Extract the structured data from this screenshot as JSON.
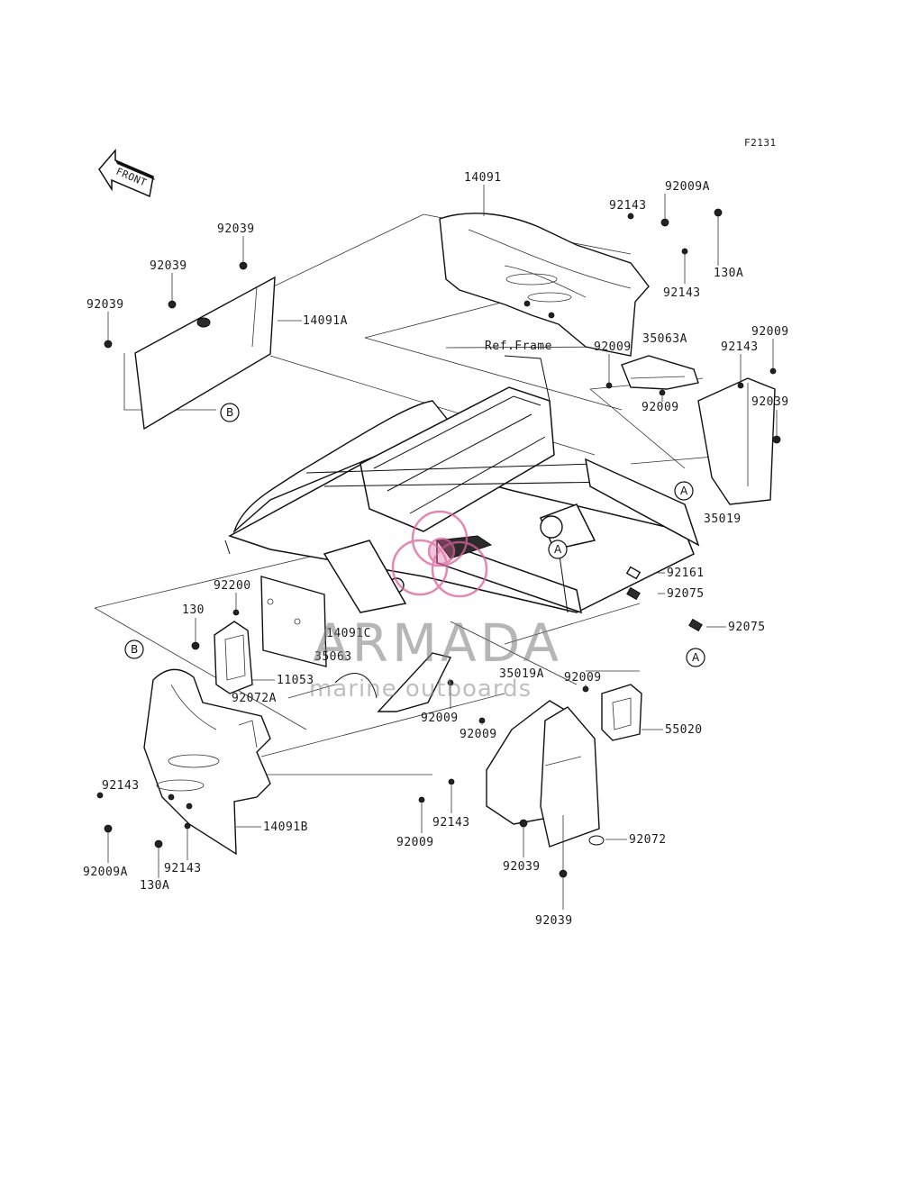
{
  "figure_code": "F2131",
  "front_marker": "FRONT",
  "ref_frame_label": "Ref.Frame",
  "callouts": {
    "a": "A",
    "b": "B"
  },
  "watermark": {
    "brand": "ARMADA",
    "tagline": "marine outboards",
    "logo_color": "#d9619a"
  },
  "part_labels": {
    "p14091": "14091",
    "p92009A_top": "92009A",
    "p92143_top1": "92143",
    "p92143_top2": "92143",
    "p130A_top": "130A",
    "p92039_a": "92039",
    "p92039_b": "92039",
    "p92039_c": "92039",
    "p14091A": "14091A",
    "p35063A": "35063A",
    "p92009_r1": "92009",
    "p92143_r": "92143",
    "p92009_r2": "92009",
    "p92009_r3": "92009",
    "p92039_r": "92039",
    "p35019": "35019",
    "p92161": "92161",
    "p92075_a": "92075",
    "p92075_b": "92075",
    "p92200": "92200",
    "p130": "130",
    "p14091C": "14091C",
    "p35063": "35063",
    "p11053": "11053",
    "p92072A": "92072A",
    "p35019A": "35019A",
    "p92009_m": "92009",
    "p55020": "55020",
    "p92009_m2": "92009",
    "p92009_m3": "92009",
    "p92143_l": "92143",
    "p92009A_l": "92009A",
    "p130A_l": "130A",
    "p92143_l2": "92143",
    "p14091B": "14091B",
    "p92009_b": "92009",
    "p92143_b": "92143",
    "p92039_b2": "92039",
    "p92072": "92072",
    "p92039_b3": "92039"
  }
}
